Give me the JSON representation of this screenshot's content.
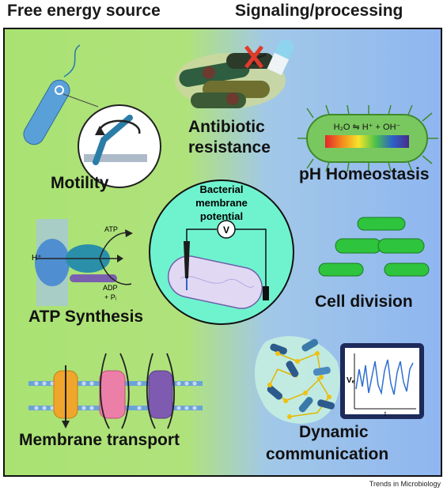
{
  "headers": {
    "left": "Free energy source",
    "right": "Signaling/processing"
  },
  "labels": {
    "motility": "Motility",
    "atp_synthesis": "ATP Synthesis",
    "membrane_transport": "Membrane transport",
    "antibiotic_resistance_1": "Antibiotic",
    "antibiotic_resistance_2": "resistance",
    "ph_homeostasis": "pH Homeostasis",
    "cell_division": "Cell division",
    "dynamic_communication_1": "Dynamic",
    "dynamic_communication_2": "communication"
  },
  "center": {
    "line1": "Bacterial",
    "line2": "membrane",
    "line3": "potential",
    "voltmeter": "V"
  },
  "atp": {
    "atp": "ATP",
    "h_plus": "H⁺",
    "adp": "ADP",
    "pi": "+ Pᵢ"
  },
  "ph": {
    "equation": "H₂O ⇋ H⁺ + OH⁻"
  },
  "plot": {
    "y_axis": "Vₑ",
    "x_axis": "t"
  },
  "footer": "Trends in Microbiology",
  "colors": {
    "left_bg": "#a9e272",
    "right_bg": "#8fb8f0",
    "center_circle": "#6ff3cf",
    "cell_green": "#2ec43d"
  }
}
